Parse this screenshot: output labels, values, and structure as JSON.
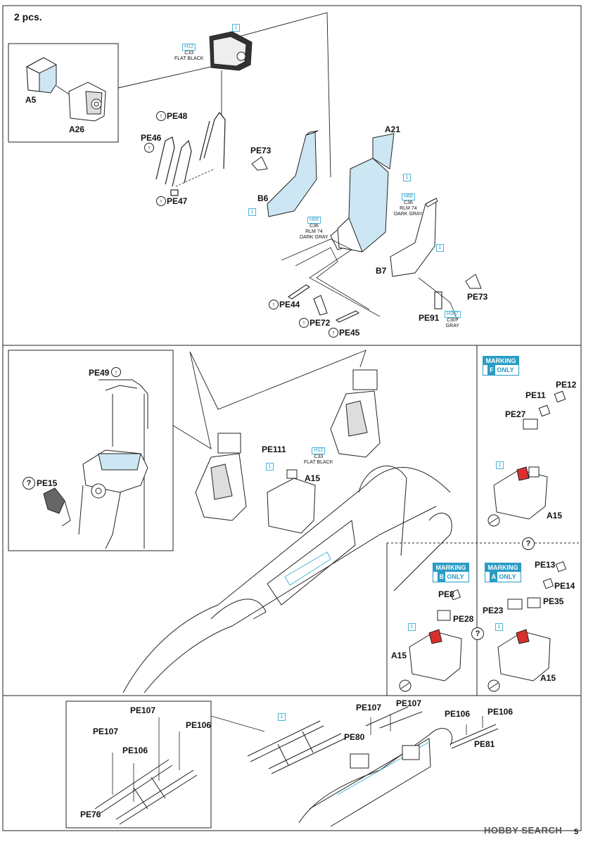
{
  "header": {
    "quantity": "2 pcs."
  },
  "parts": {
    "a5": "A5",
    "a26": "A26",
    "a21": "A21",
    "a15": "A15",
    "b6": "B6",
    "b7": "B7",
    "pe48": "PE48",
    "pe46": "PE46",
    "pe47": "PE47",
    "pe73": "PE73",
    "pe44": "PE44",
    "pe72": "PE72",
    "pe45": "PE45",
    "pe91": "PE91",
    "pe49": "PE49",
    "pe15": "PE15",
    "pe111": "PE111",
    "pe11": "PE11",
    "pe12": "PE12",
    "pe27": "PE27",
    "pe8": "PE8",
    "pe28": "PE28",
    "pe13": "PE13",
    "pe14": "PE14",
    "pe35": "PE35",
    "pe23": "PE23",
    "pe107": "PE107",
    "pe106": "PE106",
    "pe76": "PE76",
    "pe80": "PE80",
    "pe81": "PE81"
  },
  "paints": {
    "flat_black": {
      "h": "H12",
      "c": "C33",
      "name": "FLAT BLACK"
    },
    "dark_gray": {
      "h": "H68",
      "c": "C36",
      "name1": "RLM 74",
      "name2": "DARK GRAY"
    },
    "gray": {
      "h": "H307",
      "c": "C307",
      "name": "GRAY"
    }
  },
  "markers": {
    "step": "1",
    "question": "?",
    "photo_etch": "↑"
  },
  "markings": {
    "f": {
      "title": "MARKING",
      "letter": "F",
      "suffix": "ONLY"
    },
    "b": {
      "title": "MARKING",
      "letter": "B",
      "suffix": "ONLY"
    },
    "a": {
      "title": "MARKING",
      "letter": "A",
      "suffix": "ONLY"
    }
  },
  "footer": {
    "watermark": "HOBBY SEARCH",
    "page": "5"
  },
  "colors": {
    "accent_cyan": "#49b6d8",
    "part_fill_blue": "#cde6f3",
    "red_part": "#d8302e",
    "line": "#222222"
  }
}
